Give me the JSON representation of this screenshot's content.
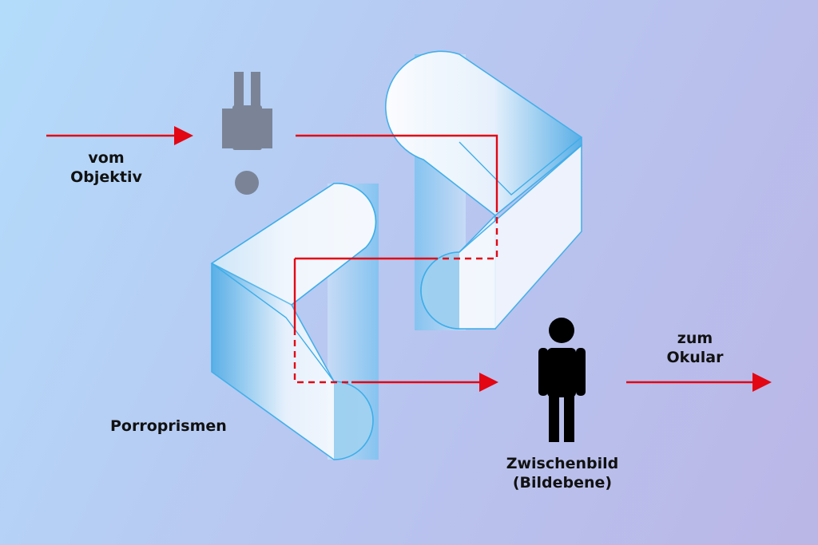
{
  "labels": {
    "input_line1": "vom",
    "input_line2": "Objektiv",
    "prisms": "Porroprismen",
    "output_line1": "zum",
    "output_line2": "Okular",
    "image_line1": "Zwischenbild",
    "image_line2": "(Bildebene)"
  },
  "colors": {
    "beam": "#e30613",
    "prism_edge": "#3daee9",
    "prism_fill_light": "#ffffff",
    "prism_fill_dark": "#5ab0e6",
    "inverted_figure": "#7a8496",
    "upright_figure": "#000000"
  },
  "icons": {
    "inverted_figure": "person-upside-down-icon",
    "upright_figure": "person-icon",
    "input_arrow": "arrow-right-icon",
    "output_arrow": "arrow-right-icon"
  }
}
